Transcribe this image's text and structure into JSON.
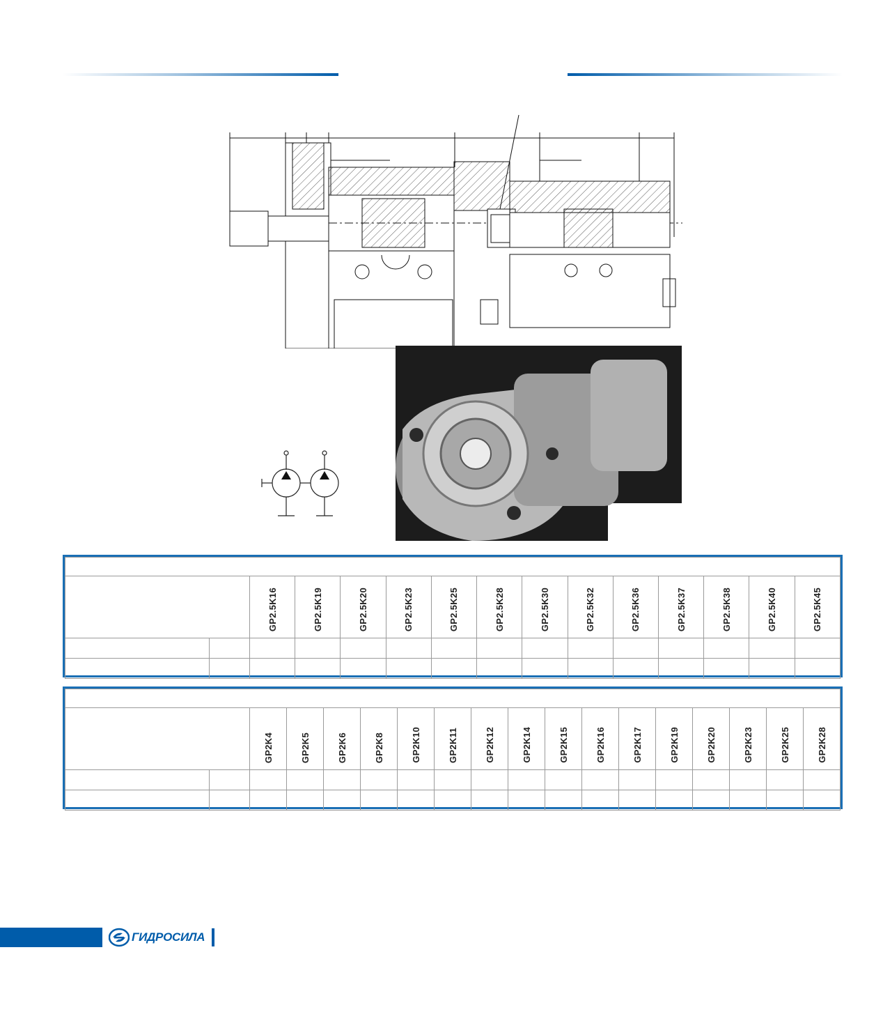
{
  "brand": {
    "name": "ГИДРОСИЛА",
    "color": "#005caa",
    "icon": "gidrosila-logo-icon"
  },
  "tables": [
    {
      "models": [
        "GP2.5K16",
        "GP2.5K19",
        "GP2.5K20",
        "GP2.5K23",
        "GP2.5K25",
        "GP2.5K28",
        "GP2.5K30",
        "GP2.5K32",
        "GP2.5K36",
        "GP2.5K37",
        "GP2.5K38",
        "GP2.5K40",
        "GP2.5K45"
      ]
    },
    {
      "models": [
        "GP2K4",
        "GP2K5",
        "GP2K6",
        "GP2K8",
        "GP2K10",
        "GP2K11",
        "GP2K12",
        "GP2K14",
        "GP2K15",
        "GP2K16",
        "GP2K17",
        "GP2K19",
        "GP2K20",
        "GP2K23",
        "GP2K25",
        "GP2K28"
      ]
    }
  ]
}
